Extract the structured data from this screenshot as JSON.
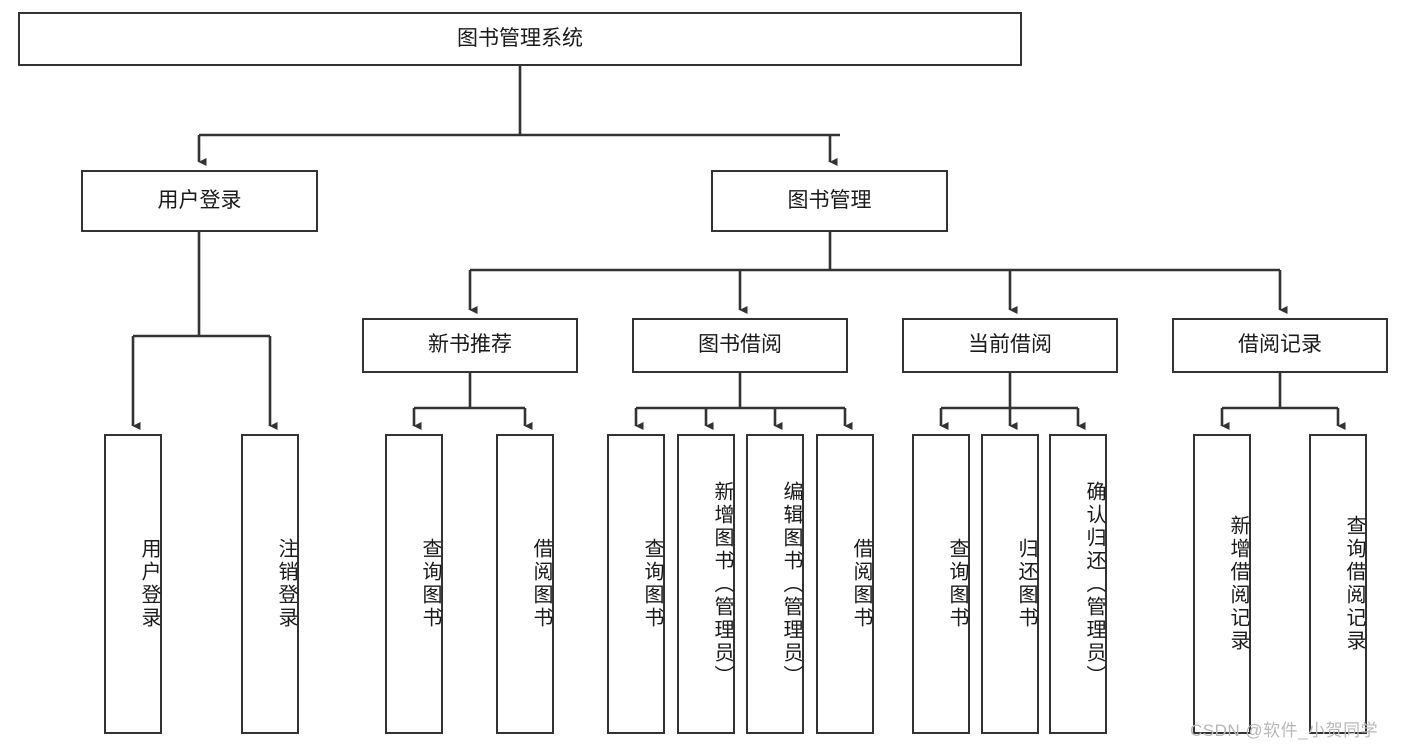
{
  "diagram": {
    "title": "图书管理系统",
    "type": "tree-hierarchy",
    "watermark": "CSDN @软件_小贺同学",
    "colors": {
      "stroke": "#333333",
      "background": "#ffffff",
      "text": "#1a1a1a",
      "watermark": "#b8b8b8"
    },
    "nodes": {
      "root": {
        "label": "图书管理系统"
      },
      "level2": [
        {
          "label": "用户登录"
        },
        {
          "label": "图书管理"
        }
      ],
      "level3": [
        {
          "label": "新书推荐"
        },
        {
          "label": "图书借阅"
        },
        {
          "label": "当前借阅"
        },
        {
          "label": "借阅记录"
        }
      ],
      "leaves": {
        "user_login": [
          {
            "label": "用户登录"
          },
          {
            "label": "注销登录"
          }
        ],
        "new_book_recommend": [
          {
            "label": "查询图书"
          },
          {
            "label": "借阅图书"
          }
        ],
        "book_borrow": [
          {
            "label": "查询图书"
          },
          {
            "label": "新增图书（管理员）"
          },
          {
            "label": "编辑图书（管理员）"
          },
          {
            "label": "借阅图书"
          }
        ],
        "current_borrow": [
          {
            "label": "查询图书"
          },
          {
            "label": "归还图书"
          },
          {
            "label": "确认归还（管理员）"
          }
        ],
        "borrow_record": [
          {
            "label": "新增借阅记录"
          },
          {
            "label": "查询借阅记录"
          }
        ]
      }
    }
  }
}
